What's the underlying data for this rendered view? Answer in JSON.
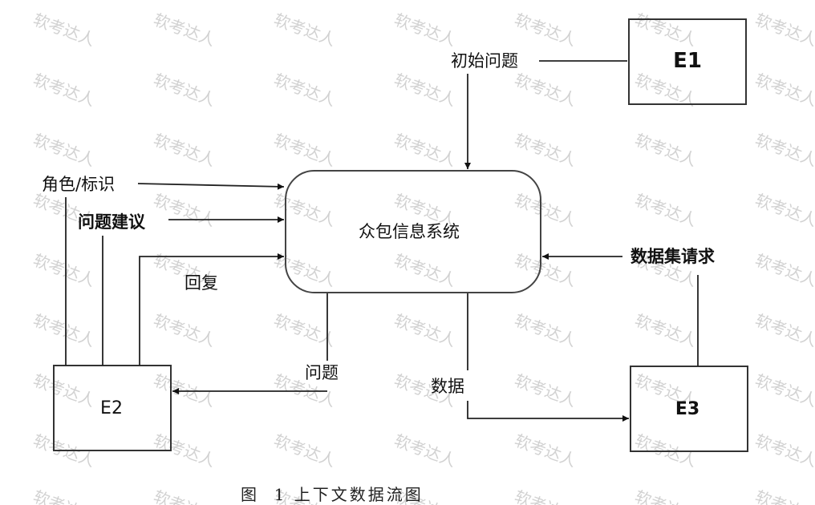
{
  "watermark_text": "软考达人",
  "entities": {
    "e1": "E1",
    "e2": "E2",
    "e3": "E3"
  },
  "process": {
    "label": "众包信息系统"
  },
  "flows": {
    "initial_problem": "初始问题",
    "role_id": "角色/标识",
    "problem_suggestion": "问题建议",
    "reply": "回复",
    "problem": "问题",
    "data": "数据",
    "dataset_request": "数据集请求"
  },
  "caption": "图  1 上下文数据流图"
}
